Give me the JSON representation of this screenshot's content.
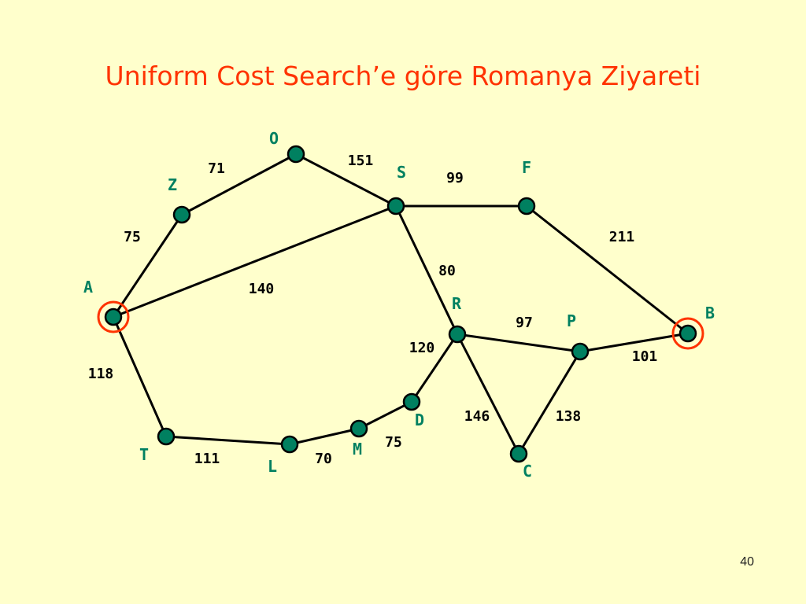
{
  "title": "Uniform Cost Search’e göre Romanya Ziyareti",
  "page_number": "40",
  "colors": {
    "background": "#ffffcc",
    "title": "#ff3300",
    "node_fill": "#008060",
    "node_label": "#008060",
    "highlight_ring": "#ff3300",
    "edge": "#000000"
  },
  "graph": {
    "nodes": [
      {
        "id": "A",
        "label": "A",
        "highlighted": true
      },
      {
        "id": "Z",
        "label": "Z",
        "highlighted": false
      },
      {
        "id": "O",
        "label": "O",
        "highlighted": false
      },
      {
        "id": "S",
        "label": "S",
        "highlighted": false
      },
      {
        "id": "F",
        "label": "F",
        "highlighted": false
      },
      {
        "id": "B",
        "label": "B",
        "highlighted": true
      },
      {
        "id": "R",
        "label": "R",
        "highlighted": false
      },
      {
        "id": "P",
        "label": "P",
        "highlighted": false
      },
      {
        "id": "C",
        "label": "C",
        "highlighted": false
      },
      {
        "id": "T",
        "label": "T",
        "highlighted": false
      },
      {
        "id": "L",
        "label": "L",
        "highlighted": false
      },
      {
        "id": "M",
        "label": "M",
        "highlighted": false
      },
      {
        "id": "D",
        "label": "D",
        "highlighted": false
      }
    ],
    "edges": [
      {
        "from": "A",
        "to": "Z",
        "cost": "75"
      },
      {
        "from": "Z",
        "to": "O",
        "cost": "71"
      },
      {
        "from": "O",
        "to": "S",
        "cost": "151"
      },
      {
        "from": "A",
        "to": "S",
        "cost": "140"
      },
      {
        "from": "S",
        "to": "F",
        "cost": "99"
      },
      {
        "from": "F",
        "to": "B",
        "cost": "211"
      },
      {
        "from": "S",
        "to": "R",
        "cost": "80"
      },
      {
        "from": "R",
        "to": "P",
        "cost": "97"
      },
      {
        "from": "P",
        "to": "B",
        "cost": "101"
      },
      {
        "from": "R",
        "to": "C",
        "cost": "146"
      },
      {
        "from": "P",
        "to": "C",
        "cost": "138"
      },
      {
        "from": "A",
        "to": "T",
        "cost": "118"
      },
      {
        "from": "T",
        "to": "L",
        "cost": "111"
      },
      {
        "from": "L",
        "to": "M",
        "cost": "70"
      },
      {
        "from": "M",
        "to": "D",
        "cost": "75"
      },
      {
        "from": "D",
        "to": "R",
        "cost": "120"
      }
    ]
  }
}
